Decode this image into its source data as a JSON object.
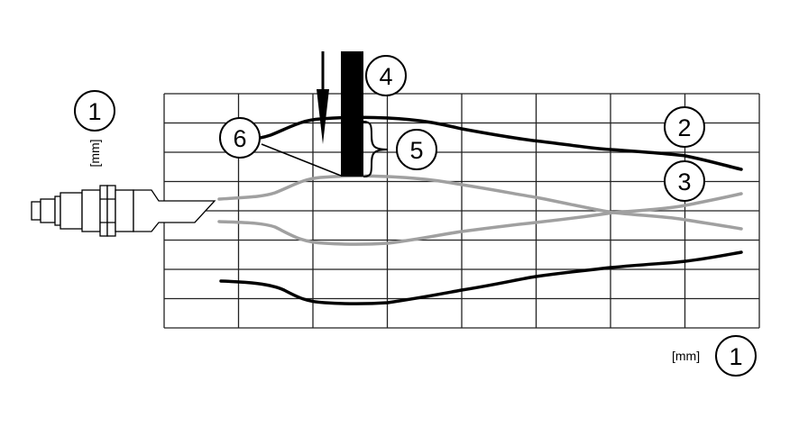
{
  "diagram": {
    "unit_label_vertical": "[mm]",
    "unit_label_horizontal": "[mm]",
    "callouts": {
      "axis_y": "1",
      "axis_x": "1",
      "curve_outer": "2",
      "curve_inner": "3",
      "target": "4",
      "hysteresis": "5",
      "switch_points": "6"
    },
    "grid": {
      "columns": 8,
      "rows": 8
    },
    "colors": {
      "outer_curve": "#000000",
      "inner_curve": "#a0a0a0",
      "grid": "#222222"
    }
  }
}
